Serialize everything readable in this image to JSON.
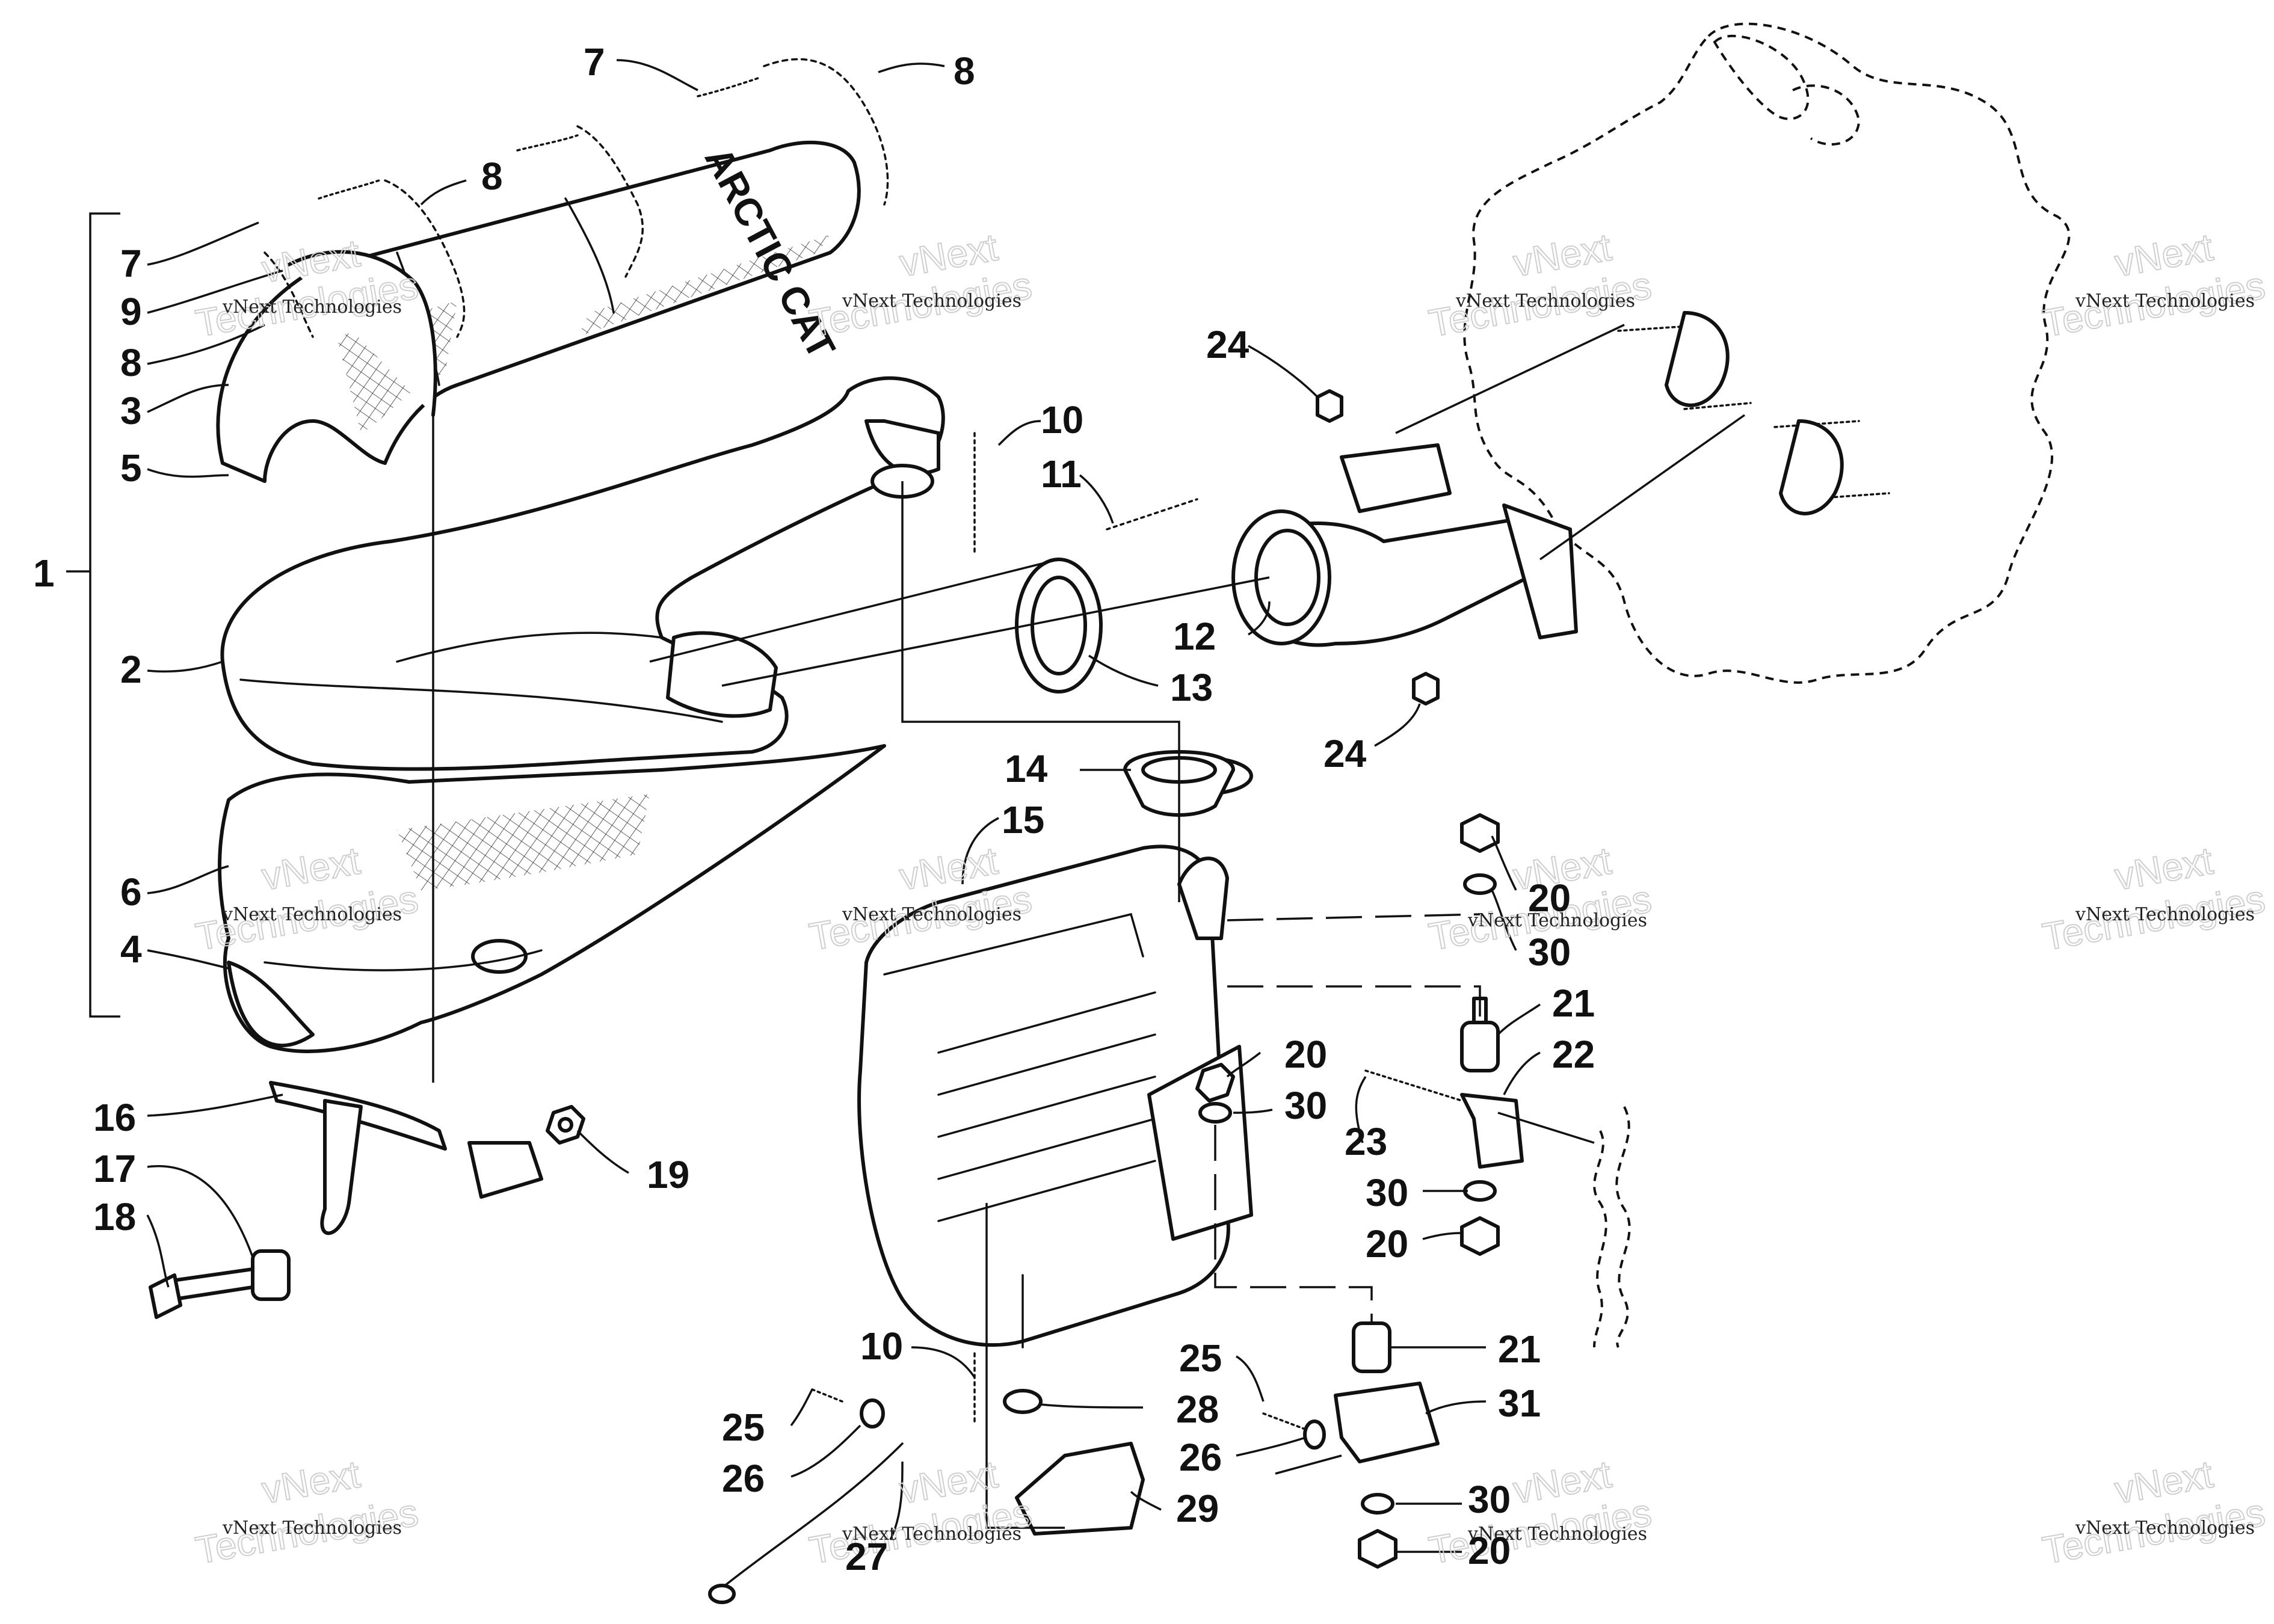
{
  "callouts": {
    "c1": "1",
    "c2": "2",
    "c3": "3",
    "c4": "4",
    "c5": "5",
    "c6": "6",
    "c7a": "7",
    "c7b": "7",
    "c8a": "8",
    "c8b": "8",
    "c8c": "8",
    "c9": "9",
    "c10a": "10",
    "c10b": "10",
    "c11": "11",
    "c12": "12",
    "c13": "13",
    "c14": "14",
    "c15": "15",
    "c16": "16",
    "c17": "17",
    "c18": "18",
    "c19": "19",
    "c20a": "20",
    "c20b": "20",
    "c20c": "20",
    "c20d": "20",
    "c21a": "21",
    "c21b": "21",
    "c22": "22",
    "c23": "23",
    "c24a": "24",
    "c24b": "24",
    "c25a": "25",
    "c25b": "25",
    "c26a": "26",
    "c26b": "26",
    "c27": "27",
    "c28": "28",
    "c29": "29",
    "c30a": "30",
    "c30b": "30",
    "c30c": "30",
    "c30d": "30",
    "c31": "31"
  },
  "logo_text": "ARCTIC CAT",
  "watermark": {
    "line1": "vNext Technologies",
    "line2": "vNext",
    "line3": "Technologies"
  }
}
